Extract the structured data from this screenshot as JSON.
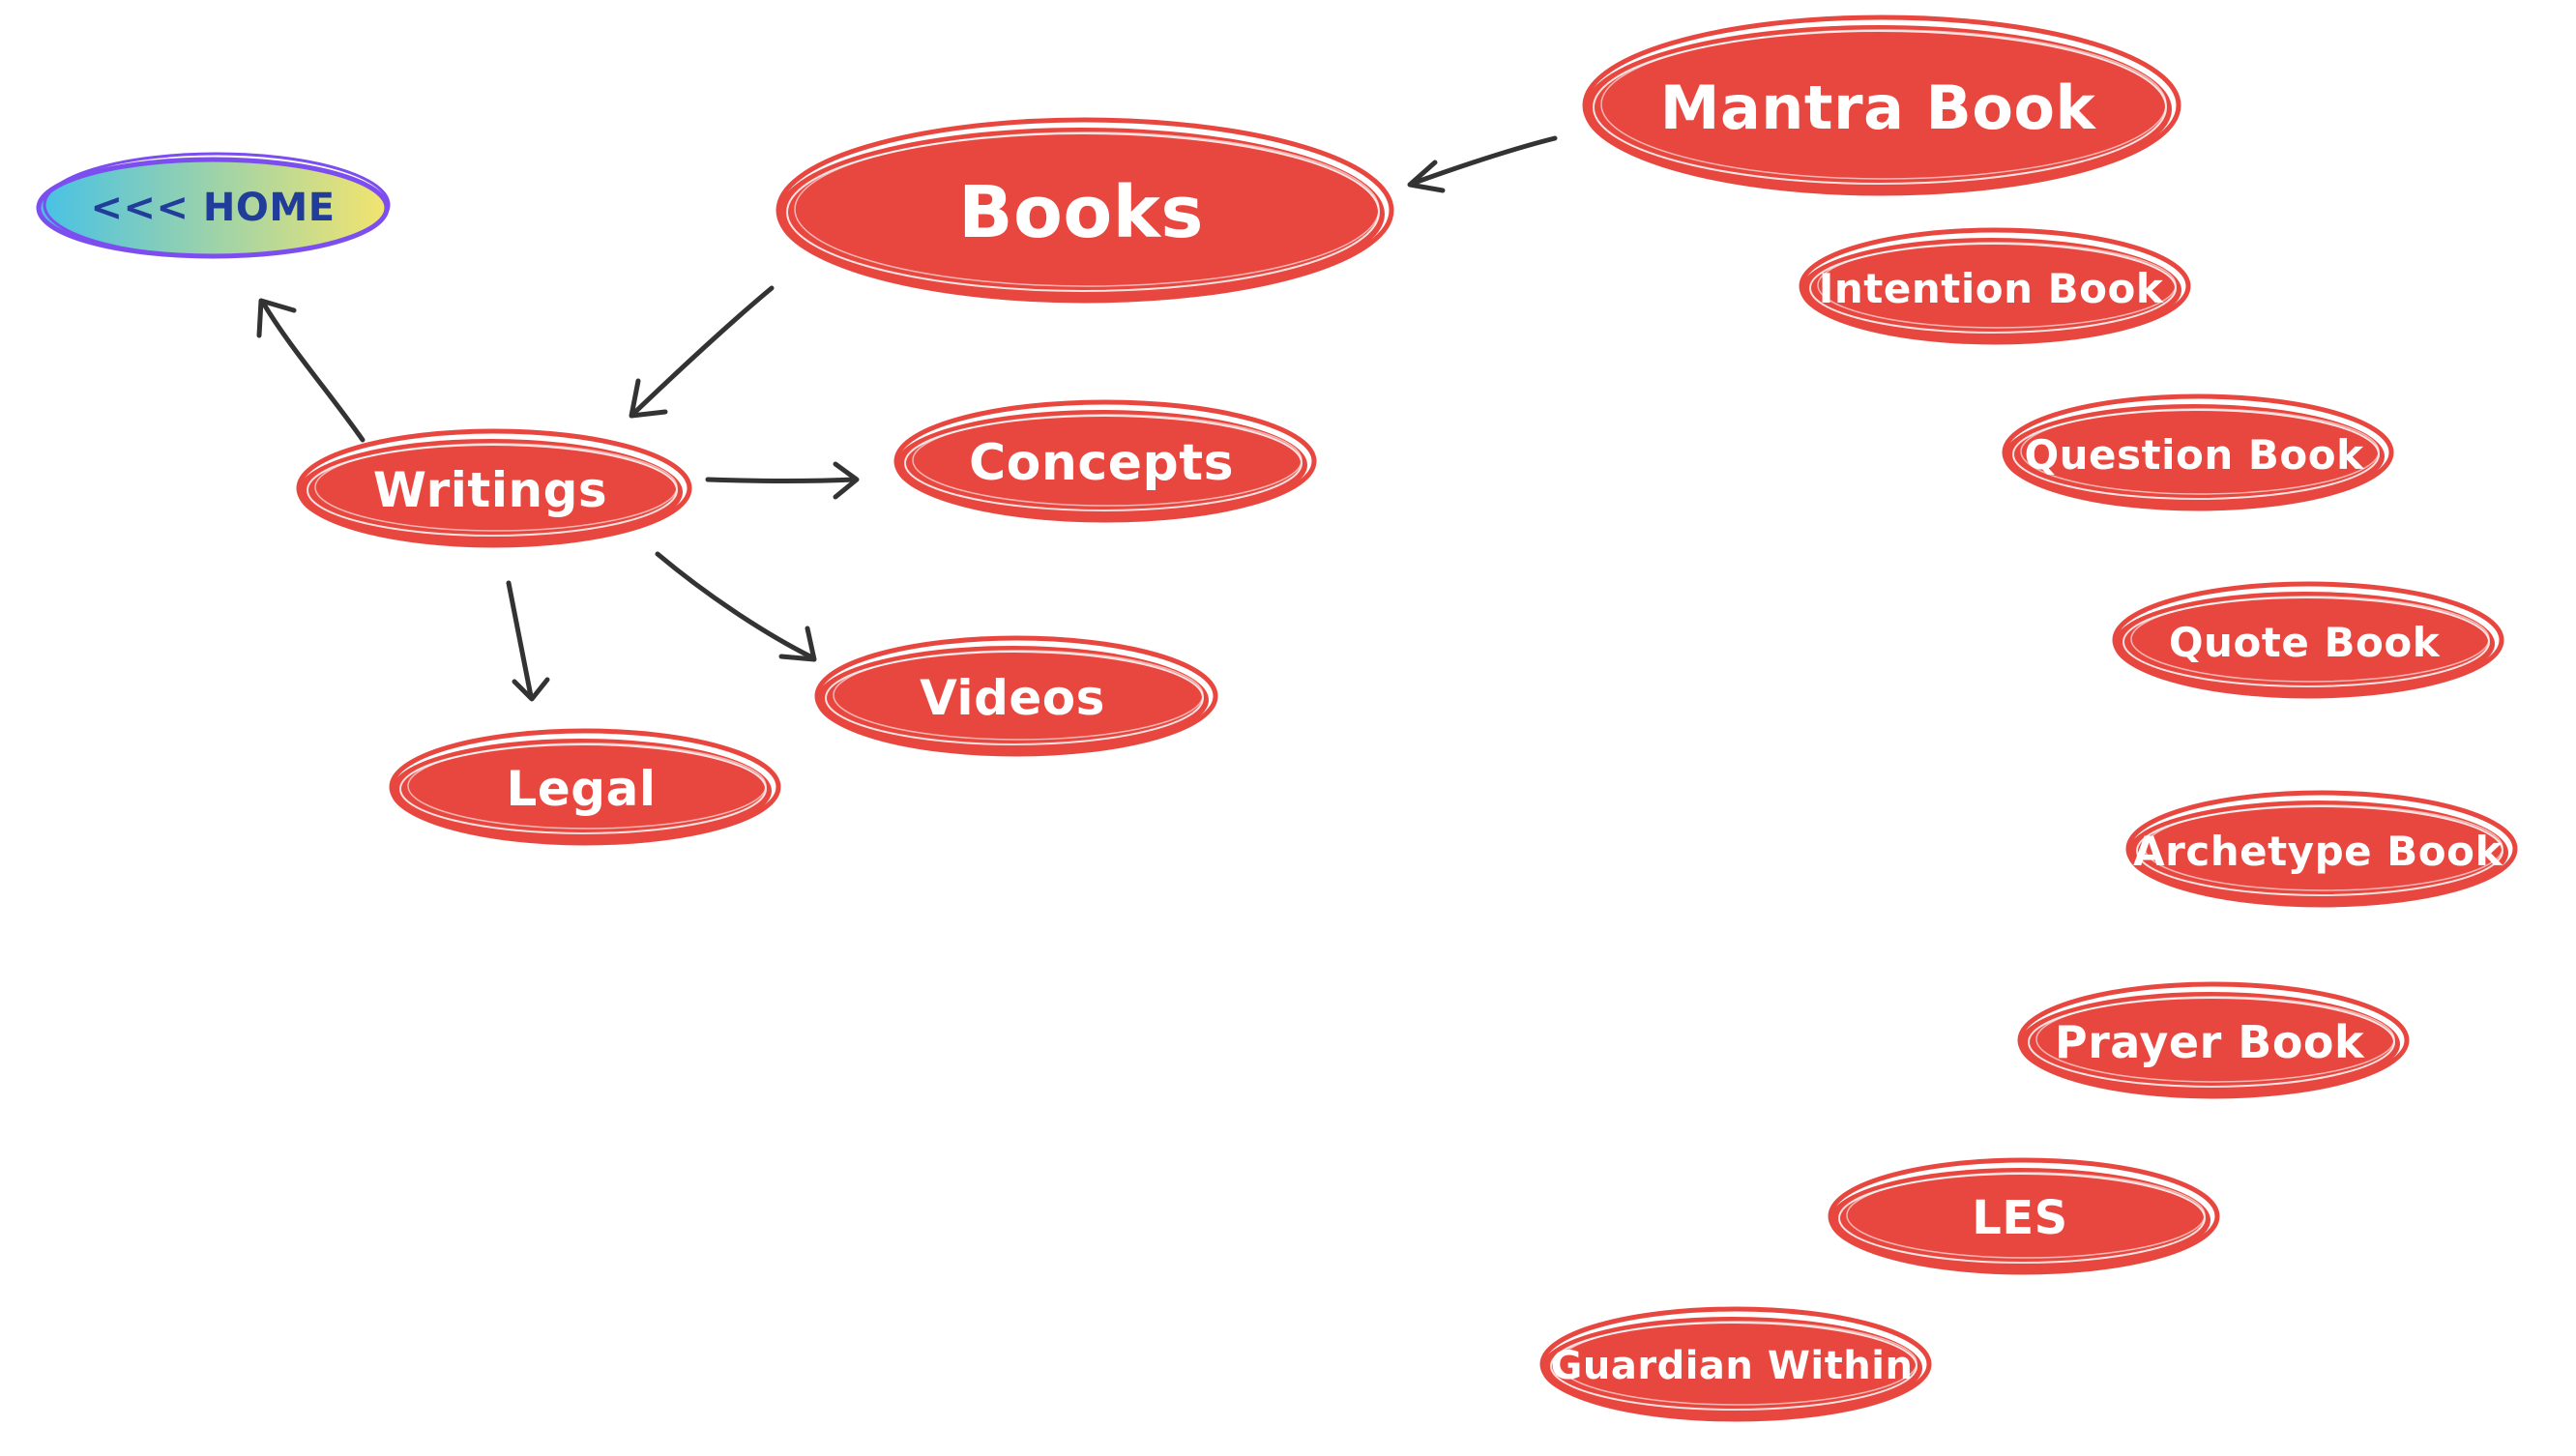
{
  "colors": {
    "bubble_fill": "#e8473f",
    "bubble_outline": "#e8473f",
    "inner_line": "#ffffff",
    "arrow": "#333333",
    "home_outline": "#7c4ef0",
    "home_grad_start": "#46c1e6",
    "home_grad_end": "#f3e46e",
    "home_text": "#1f3d99"
  },
  "nodes": {
    "home": "<<< HOME",
    "books": "Books",
    "mantra_book": "Mantra Book",
    "intention_book": "Intention Book",
    "question_book": "Question Book",
    "quote_book": "Quote Book",
    "archetype_book": "Archetype Book",
    "prayer_book": "Prayer Book",
    "les": "LES",
    "guardian_within": "Guardian Within",
    "writings": "Writings",
    "concepts": "Concepts",
    "videos": "Videos",
    "legal": "Legal"
  },
  "edges": [
    [
      "mantra_book",
      "books"
    ],
    [
      "books",
      "writings"
    ],
    [
      "writings",
      "home"
    ],
    [
      "writings",
      "concepts"
    ],
    [
      "writings",
      "videos"
    ],
    [
      "writings",
      "legal"
    ]
  ]
}
